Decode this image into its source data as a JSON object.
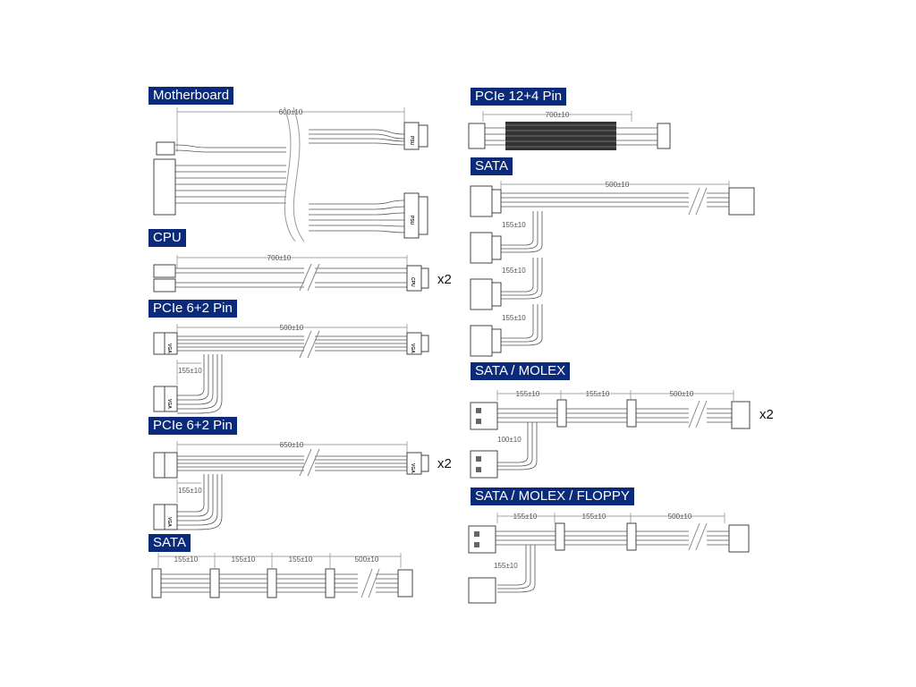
{
  "labels": {
    "motherboard": "Motherboard",
    "cpu": "CPU",
    "pcie62_a": "PCIe 6+2 Pin",
    "pcie62_b": "PCIe 6+2 Pin",
    "sata_left": "SATA",
    "pcie124": "PCIe 12+4 Pin",
    "sata_right": "SATA",
    "sata_molex": "SATA / MOLEX",
    "sata_molex_floppy": "SATA / MOLEX / FLOPPY"
  },
  "multipliers": {
    "cpu": "x2",
    "pcie62_b": "x2",
    "sata_molex": "x2"
  },
  "dimensions": {
    "motherboard": "600±10",
    "cpu": "700±10",
    "pcie62_a_main": "500±10",
    "pcie62_a_branch": "155±10",
    "pcie62_b_main": "650±10",
    "pcie62_b_branch": "155±10",
    "sata_left_1": "155±10",
    "sata_left_2": "155±10",
    "sata_left_3": "155±10",
    "sata_left_4": "500±10",
    "pcie124": "700±10",
    "sata_right_main": "500±10",
    "sata_right_b1": "155±10",
    "sata_right_b2": "155±10",
    "sata_right_b3": "155±10",
    "sm_1": "155±10",
    "sm_2": "155±10",
    "sm_3": "500±10",
    "sm_branch": "100±10",
    "smf_1": "155±10",
    "smf_2": "155±10",
    "smf_3": "500±10",
    "smf_branch": "155±10"
  },
  "connector_text": {
    "psu": "PSU",
    "cpu": "CPU",
    "vga": "VGA"
  }
}
